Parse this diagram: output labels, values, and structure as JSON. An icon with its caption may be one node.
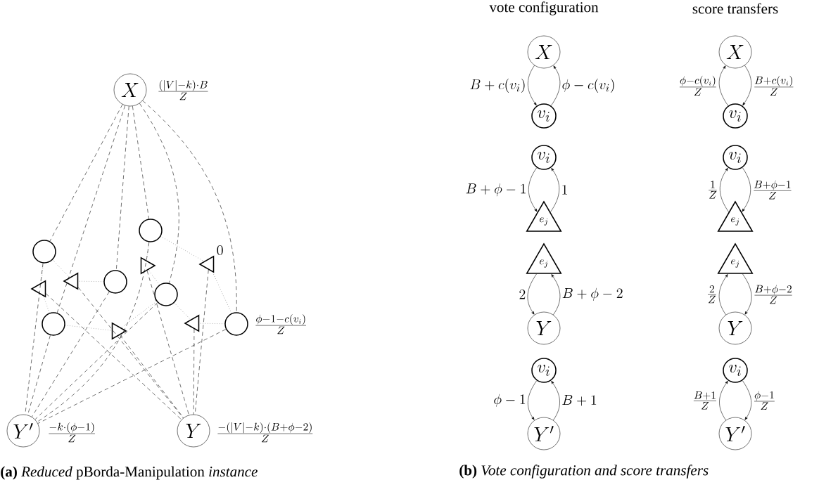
{
  "diagram": {
    "nodes": [
      {
        "text": [
          "X"
        ],
        "beside": [
          "\\frac{(|V|-k)\\cdot B}{Z}"
        ]
      },
      {
        "text": [],
        "shape": "circle"
      },
      {
        "text": [],
        "shape": "circle"
      },
      {
        "text": [],
        "shape": "circle"
      },
      {
        "text": [],
        "shape": "circle"
      },
      {
        "text": [],
        "shape": "circle"
      },
      {
        "text": [],
        "shape": "circle",
        "beside": [
          "\\frac{\\phi-1-c(v_i)}{Z}"
        ]
      },
      {
        "text": [],
        "shape": "triangle"
      },
      {
        "text": [],
        "shape": "triangle",
        "beside": [
          "0"
        ]
      },
      {
        "text": [],
        "shape": "triangle"
      },
      {
        "text": [],
        "shape": "triangle"
      },
      {
        "text": [],
        "shape": "triangle"
      },
      {
        "text": [],
        "shape": "triangle"
      },
      {
        "text": [
          "Y'"
        ],
        "beside": [
          "\\frac{-k\\cdot(\\phi-1)}{Z}"
        ]
      },
      {
        "text": [
          "Y"
        ],
        "beside": [
          "\\frac{-(|V|-k)\\cdot(B+\\phi-2)}{Z}"
        ]
      },
      {
        "text": [
          "X"
        ]
      },
      {
        "text": [
          "X"
        ]
      },
      {
        "text": [
          "v_i"
        ]
      },
      {
        "text": [
          "v_i"
        ]
      },
      {
        "text": [
          "v_i"
        ]
      },
      {
        "text": [
          "v_i"
        ]
      },
      {
        "text": [
          "e_j"
        ]
      },
      {
        "text": [
          "e_j"
        ]
      },
      {
        "text": [
          "e_j"
        ]
      },
      {
        "text": [
          "e_j"
        ]
      },
      {
        "text": [
          "Y"
        ]
      },
      {
        "text": [
          "Y"
        ]
      },
      {
        "text": [
          "v_i"
        ]
      },
      {
        "text": [
          "v_i"
        ]
      },
      {
        "text": [
          "Y'"
        ]
      },
      {
        "text": [
          "Y'"
        ]
      }
    ],
    "edges": [
      {
        "from": 0,
        "to": 1,
        "arrow": "none",
        "style": "dashed"
      },
      {
        "from": 0,
        "to": 2,
        "arrow": "none",
        "style": "dashed"
      },
      {
        "from": 0,
        "to": 3,
        "arrow": "none",
        "style": "dashed"
      },
      {
        "from": 0,
        "to": 4,
        "arrow": "none",
        "style": "dashed"
      },
      {
        "from": 0,
        "to": 5,
        "arrow": "none",
        "style": "dashed"
      },
      {
        "from": 0,
        "to": 6,
        "arrow": "none",
        "style": "dashed"
      },
      {
        "from": 1,
        "to": 13,
        "arrow": "none",
        "style": "dashed"
      },
      {
        "from": 2,
        "to": 13,
        "arrow": "none",
        "style": "dashed"
      },
      {
        "from": 3,
        "to": 13,
        "arrow": "none",
        "style": "dashed"
      },
      {
        "from": 4,
        "to": 13,
        "arrow": "none",
        "style": "dashed"
      },
      {
        "from": 5,
        "to": 13,
        "arrow": "none",
        "style": "dashed"
      },
      {
        "from": 6,
        "to": 13,
        "arrow": "none",
        "style": "dashed"
      },
      {
        "from": 7,
        "to": 14,
        "arrow": "none",
        "style": "dashed"
      },
      {
        "from": 8,
        "to": 14,
        "arrow": "none",
        "style": "dashed"
      },
      {
        "from": 9,
        "to": 14,
        "arrow": "none",
        "style": "dashed"
      },
      {
        "from": 10,
        "to": 14,
        "arrow": "none",
        "style": "dashed"
      },
      {
        "from": 11,
        "to": 14,
        "arrow": "none",
        "style": "dashed"
      },
      {
        "from": 12,
        "to": 14,
        "arrow": "none",
        "style": "dashed"
      },
      {
        "from": 2,
        "to": 7,
        "arrow": "none",
        "style": "dashed"
      },
      {
        "from": 4,
        "to": 7,
        "arrow": "none",
        "style": "dashed"
      },
      {
        "from": 2,
        "to": 8,
        "arrow": "none",
        "style": "dashed"
      },
      {
        "from": 6,
        "to": 8,
        "arrow": "none",
        "style": "dashed"
      },
      {
        "from": 1,
        "to": 9,
        "arrow": "none",
        "style": "dashed"
      },
      {
        "from": 3,
        "to": 9,
        "arrow": "none",
        "style": "dashed"
      },
      {
        "from": 1,
        "to": 10,
        "arrow": "none",
        "style": "dashed"
      },
      {
        "from": 5,
        "to": 10,
        "arrow": "none",
        "style": "dashed"
      },
      {
        "from": 4,
        "to": 11,
        "arrow": "none",
        "style": "dashed"
      },
      {
        "from": 6,
        "to": 11,
        "arrow": "none",
        "style": "dashed"
      },
      {
        "from": 5,
        "to": 12,
        "arrow": "none",
        "style": "dashed"
      },
      {
        "from": 4,
        "to": 12,
        "arrow": "none",
        "style": "dashed"
      },
      {
        "from": 15,
        "to": 17,
        "arrow": "to",
        "label": "B+c(v_i)"
      },
      {
        "from": 17,
        "to": 15,
        "arrow": "to",
        "label": "\\phi-c(v_i)"
      },
      {
        "from": 18,
        "to": 16,
        "arrow": "to",
        "label": "\\frac{\\phi-c(v_i)}{Z}"
      },
      {
        "from": 16,
        "to": 18,
        "arrow": "to",
        "label": "\\frac{B+c(v_i)}{Z}"
      },
      {
        "from": 19,
        "to": 21,
        "arrow": "to",
        "label": "B+\\phi-1"
      },
      {
        "from": 21,
        "to": 19,
        "arrow": "to",
        "label": "1"
      },
      {
        "from": 22,
        "to": 20,
        "arrow": "to",
        "label": "\\frac{1}{Z}"
      },
      {
        "from": 20,
        "to": 22,
        "arrow": "to",
        "label": "\\frac{B+\\phi-1}{Z}"
      },
      {
        "from": 23,
        "to": 25,
        "arrow": "to",
        "label": "2"
      },
      {
        "from": 25,
        "to": 23,
        "arrow": "to",
        "label": "B+\\phi-2"
      },
      {
        "from": 26,
        "to": 24,
        "arrow": "to",
        "label": "\\frac{2}{Z}"
      },
      {
        "from": 24,
        "to": 26,
        "arrow": "to",
        "label": "\\frac{B+\\phi-2}{Z}"
      },
      {
        "from": 27,
        "to": 29,
        "arrow": "to",
        "label": "\\phi-1"
      },
      {
        "from": 29,
        "to": 27,
        "arrow": "to",
        "label": "B+1"
      },
      {
        "from": 30,
        "to": 28,
        "arrow": "to",
        "label": "\\frac{B+1}{Z}"
      },
      {
        "from": 28,
        "to": 30,
        "arrow": "to",
        "label": "\\frac{\\phi-1}{Z}"
      }
    ],
    "labels": [
      "vote configuration",
      "score transfers",
      "**(a)** *Reduced* pBorda-Manipulation *instance*",
      "**(b)** *Vote configuration and score transfers*"
    ]
  }
}
